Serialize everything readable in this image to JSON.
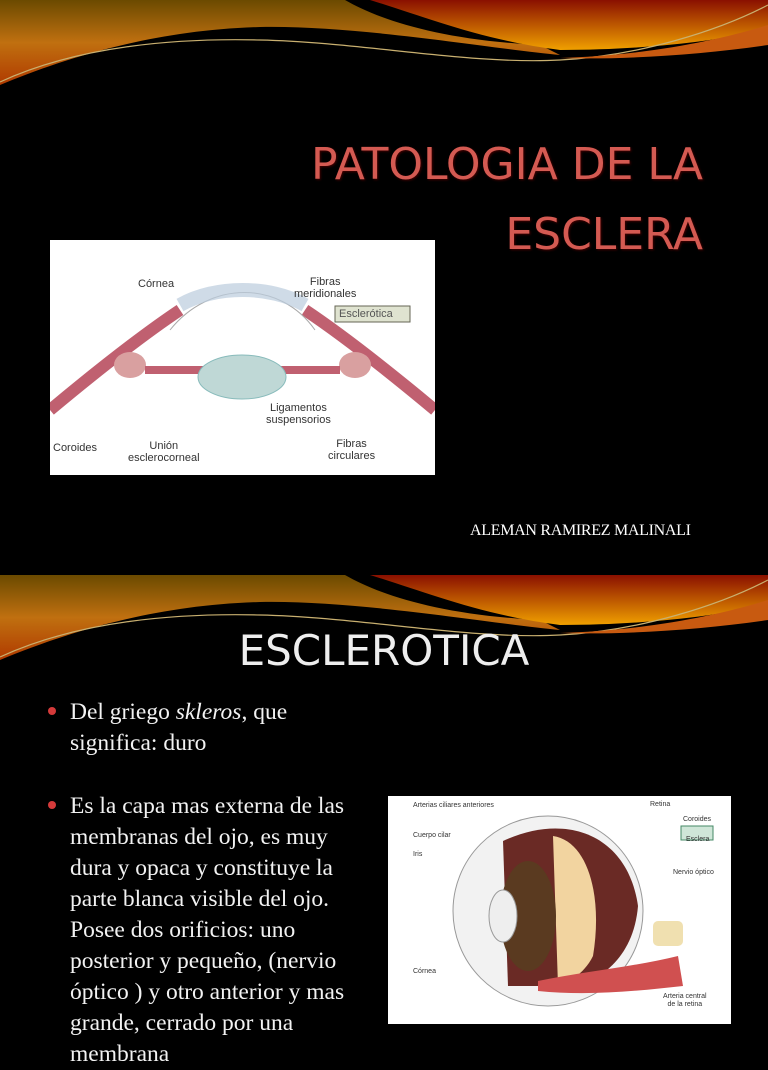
{
  "slide1": {
    "title_line1": "PATOLOGIA DE LA",
    "title_line2": "ESCLERA",
    "author": "ALEMAN RAMIREZ MALINALI",
    "figure_labels": {
      "cornea": "Córnea",
      "fibras_meridionales": "Fibras\nmeridionales",
      "esclerotica": "Esclerótica",
      "coroides": "Coroides",
      "union": "Unión\nesclerocorneal",
      "ligamentos": "Ligamentos\nsuspensorios",
      "fibras_circulares": "Fibras\ncirculares"
    }
  },
  "slide2": {
    "heading": "ESCLEROTICA",
    "bullets": [
      {
        "pre": "Del griego ",
        "italic": "skleros",
        "post": ", que significa: duro"
      },
      {
        "text": "Es la capa mas externa de las membranas del ojo, es muy dura y opaca y constituye la parte blanca visible del ojo. Posee dos orificios: uno posterior y pequeño, (nervio óptico ) y otro anterior y mas grande, cerrado por una membrana"
      }
    ],
    "figure_labels": {
      "arterias": "Arterias ciliares anteriores",
      "cuerpo_ciliar": "Cuerpo cilar",
      "iris": "Iris",
      "cornea": "Córnea",
      "retina": "Retina",
      "coroides": "Coroides",
      "esclera": "Esclera",
      "nervio": "Nervio óptico",
      "arteria_central": "Arteria central\nde la retina"
    }
  },
  "colors": {
    "title": "#d45a52",
    "bullet": "#d43a3a",
    "swoosh": "#e07a10"
  }
}
